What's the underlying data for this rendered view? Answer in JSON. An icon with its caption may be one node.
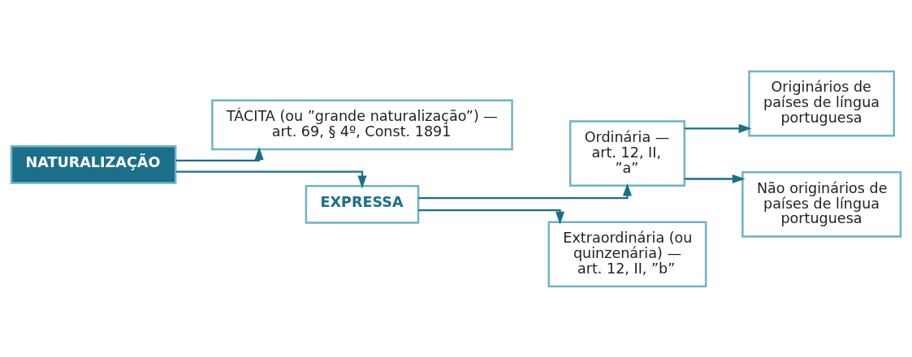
{
  "diagram": {
    "nodes": [
      {
        "text": [
          "NATURALIZAÇÃO"
        ]
      },
      {
        "text": [
          "TÁCITA (ou ”grande naturalização”) — art. 69, § 4º, Const. 1891"
        ]
      },
      {
        "text": [
          "EXPRESSA"
        ]
      },
      {
        "text": [
          "Ordinária — art. 12, II, ”a”"
        ]
      },
      {
        "text": [
          "Extraordinária (ou quinzenária) — art. 12, II, ”b”"
        ]
      },
      {
        "text": [
          "Originários de países de língua portuguesa"
        ]
      },
      {
        "text": [
          "Não originários de países de língua portuguesa"
        ]
      }
    ],
    "edges": [
      {
        "from": 0,
        "to": 1,
        "arrow": "to"
      },
      {
        "from": 0,
        "to": 2,
        "arrow": "to"
      },
      {
        "from": 2,
        "to": 3,
        "arrow": "to"
      },
      {
        "from": 2,
        "to": 4,
        "arrow": "to"
      },
      {
        "from": 3,
        "to": 5,
        "arrow": "to"
      },
      {
        "from": 3,
        "to": 6,
        "arrow": "to"
      }
    ]
  }
}
